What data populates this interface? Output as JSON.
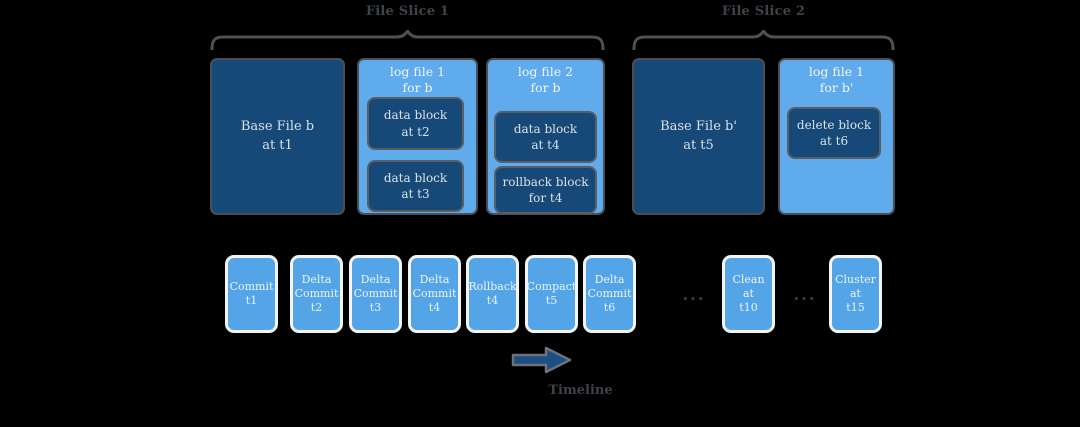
{
  "colors": {
    "background": "#000000",
    "dark_blue_box": "#164878",
    "light_blue_box": "#5FABEB",
    "commit_box_blue": "#53A5E8",
    "commit_box_border": "#F4F4F4",
    "arrow_fill": "#1B4F85",
    "gray_border": "#4B4E53",
    "label_text": "#3E4349",
    "box_text": "#D9E0E7"
  },
  "slices": [
    {
      "label": "File Slice 1",
      "columns": [
        {
          "kind": "base",
          "lines": [
            "Base File b",
            "at t1"
          ]
        },
        {
          "kind": "log",
          "header": [
            "log file 1",
            "for b"
          ],
          "blocks": [
            {
              "lines": [
                "data block",
                "at t2"
              ]
            },
            {
              "lines": [
                "data block",
                "at t3"
              ]
            }
          ]
        },
        {
          "kind": "log",
          "header": [
            "log file 2",
            "for b"
          ],
          "blocks": [
            {
              "lines": [
                "data block",
                "at t4"
              ]
            },
            {
              "lines": [
                "rollback block",
                "for t4"
              ]
            }
          ]
        }
      ]
    },
    {
      "label": "File Slice 2",
      "columns": [
        {
          "kind": "base",
          "lines": [
            "Base File b'",
            "at t5"
          ]
        },
        {
          "kind": "log",
          "header": [
            "log file 1",
            "for b'"
          ],
          "blocks": [
            {
              "lines": [
                "delete block",
                "at t6"
              ]
            }
          ]
        }
      ]
    }
  ],
  "timeline": {
    "label": "Timeline",
    "ellipsis": "...",
    "items": [
      {
        "lines": [
          "Commit",
          "t1"
        ]
      },
      {
        "lines": [
          "Delta",
          "Commit",
          "t2"
        ]
      },
      {
        "lines": [
          "Delta",
          "Commit",
          "t3"
        ]
      },
      {
        "lines": [
          "Delta",
          "Commit",
          "t4"
        ]
      },
      {
        "lines": [
          "Rollback",
          "t4"
        ]
      },
      {
        "lines": [
          "Compact",
          "t5"
        ]
      },
      {
        "lines": [
          "Delta",
          "Commit",
          "t6"
        ]
      },
      {
        "lines": [
          "Clean",
          "at",
          "t10"
        ]
      },
      {
        "lines": [
          "Cluster",
          "at",
          "t15"
        ]
      }
    ]
  }
}
